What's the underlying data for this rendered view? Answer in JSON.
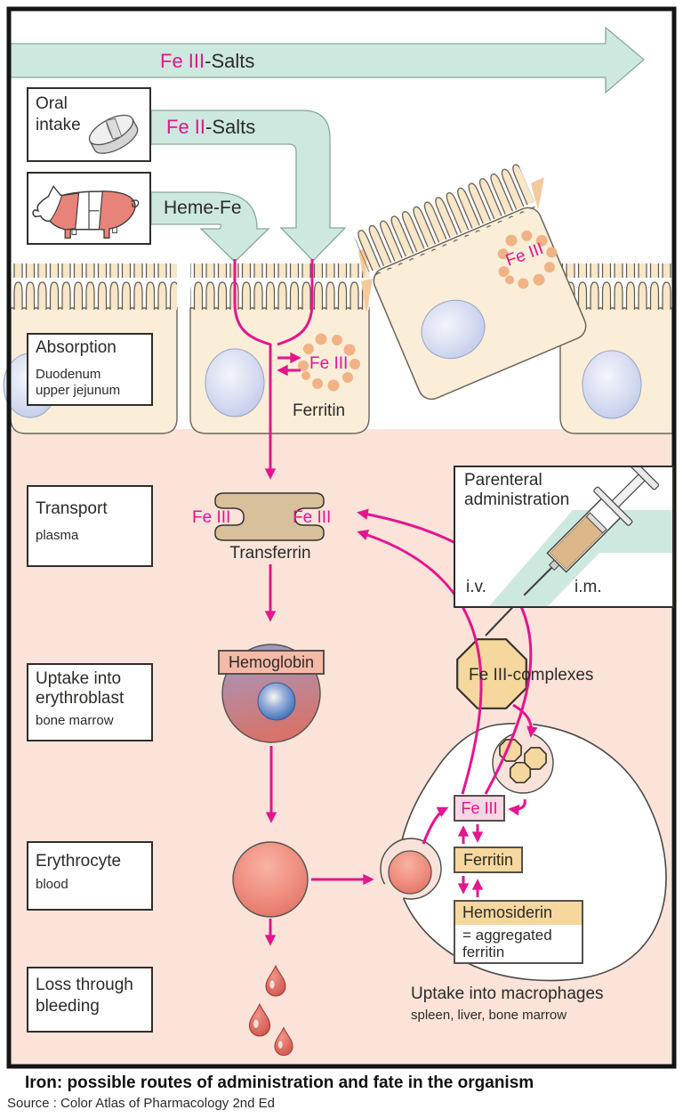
{
  "colors": {
    "magenta": "#e6148e",
    "teal_arrow": "#cde8df",
    "plasma_pink": "#fbe3da",
    "cell_cream": "#faeed8",
    "complex_tan": "#f6d79e",
    "transferrin_tan": "#d8c09b",
    "hemoglobin_pink": "#f4b9a7",
    "fe3_box_pink": "#f8d6e4"
  },
  "top_arrow": {
    "fe": "Fe III",
    "rest": "-Salts"
  },
  "oral_box": {
    "line1": "Oral",
    "line2": "intake"
  },
  "fe2_arrow": {
    "fe": "Fe II",
    "rest": "-Salts"
  },
  "heme_arrow": {
    "label": "Heme-Fe"
  },
  "absorption_box": {
    "title": "Absorption",
    "line1": "Duodenum",
    "line2": "upper jejunum"
  },
  "enterocyte": {
    "fe3": "Fe III",
    "ferritin": "Ferritin"
  },
  "shed_cell": {
    "fe3": "Fe III"
  },
  "transport_box": {
    "title": "Transport",
    "sub": "plasma"
  },
  "transferrin": {
    "fe3_left": "Fe III",
    "fe3_right": "Fe III",
    "label": "Transferrin"
  },
  "parenteral_box": {
    "line1": "Parenteral",
    "line2": "administration",
    "iv": "i.v.",
    "im": "i.m."
  },
  "fe3_complexes": {
    "label": "Fe III-complexes"
  },
  "erythroblast_box": {
    "line1": "Uptake into",
    "line2": "erythroblast",
    "line3": "bone marrow"
  },
  "hemoglobin": {
    "label": "Hemoglobin"
  },
  "erythrocyte_box": {
    "line1": "Erythrocyte",
    "line2": "blood"
  },
  "loss_box": {
    "line1": "Loss through",
    "line2": "bleeding"
  },
  "macrophage": {
    "fe3": "Fe III",
    "ferritin": "Ferritin",
    "hemosiderin": "Hemosiderin",
    "agg_line1": "= aggregated",
    "agg_line2": "ferritin",
    "caption": "Uptake into macrophages",
    "subcaption": "spleen, liver, bone marrow"
  },
  "footer": {
    "title": "Iron: possible routes of administration and fate in the organism",
    "source": "Source : Color Atlas of Pharmacology 2nd Ed"
  }
}
